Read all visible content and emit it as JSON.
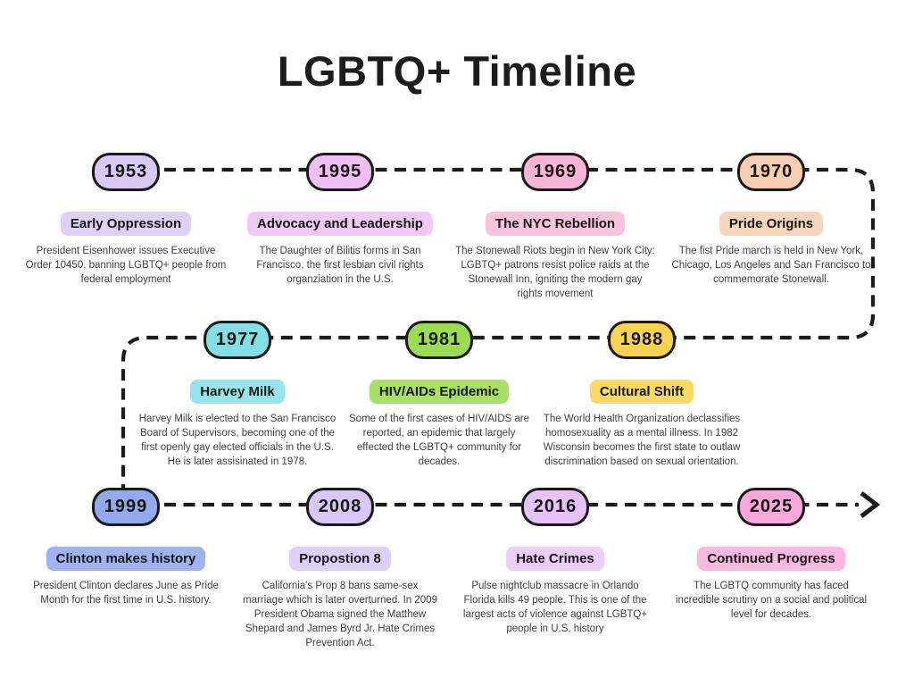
{
  "title": "LGBTQ+ Timeline",
  "background_color": "#ffffff",
  "line_color": "#1c1c1c",
  "events": [
    {
      "year": "1953",
      "label": "Early Oppression",
      "description": "President Eisenhower issues Executive\nOrder 10450, banning LGBTQ+ people from\nfederal employment",
      "color": "#d9c8f5",
      "chip_color": "#ded0f7"
    },
    {
      "year": "1995",
      "label": "Advocacy and Leadership",
      "description": "The Daughter of Bilitis forms in San\nFrancisco, the first lesbian civil rights\norganziation in the U.S.",
      "color": "#eebef5",
      "chip_color": "#f0c9f7"
    },
    {
      "year": "1969",
      "label": "The NYC Rebellion",
      "description": "The Stonewall Riots begin in New York City:\nLGBTQ+ patrons resist police raids at the\nStonewall Inn, igniting the modern gay\nrights movement",
      "color": "#fab4d7",
      "chip_color": "#fbc2de"
    },
    {
      "year": "1970",
      "label": "Pride Origins",
      "description": "The fist Pride march is held in New York,\nChicago, Los Angeles and San Francisco to\ncommemorate Stonewall.",
      "color": "#f8cdb2",
      "chip_color": "#f9d5bd"
    },
    {
      "year": "1977",
      "label": "Harvey Milk",
      "description": "Harvey Milk is elected to the San Francisco\nBoard of Supervisors, becoming one of the\nfirst openly gay elected officials in the U.S.\nHe is later assisinated in 1978.",
      "color": "#82dfe4",
      "chip_color": "#97e5ea"
    },
    {
      "year": "1981",
      "label": "HIV/AIDs Epidemic",
      "description": "Some of the first cases of HIV/AIDS are\nreported, an epidemic that largely\neffected the LGBTQ+ community for\ndecades.",
      "color": "#9cdc52",
      "chip_color": "#a8e065"
    },
    {
      "year": "1988",
      "label": "Cultural Shift",
      "description": "The World Health Organization declassifies\nhomosexuality as a mental illness. In 1982\nWisconsin becomes the first state to outlaw\ndiscrimination based on sexual orientation.",
      "color": "#f7d34f",
      "chip_color": "#f9da66"
    },
    {
      "year": "1999",
      "label": "Clinton makes history",
      "description": "President Clinton declares June as Pride\nMonth for the first time in U.S. history.",
      "color": "#93a9ee",
      "chip_color": "#a0b3f0"
    },
    {
      "year": "2008",
      "label": "Propostion 8",
      "description": "California's Prop 8 bans same-sex\nmarriage which is later overturned. In 2009\nPresident Obama signed the Matthew\nShepard and James Byrd Jr. Hate Crimes\nPrevention Act.",
      "color": "#d8c8f7",
      "chip_color": "#ded1f8"
    },
    {
      "year": "2016",
      "label": "Hate Crimes",
      "description": "Pulse nightclub massacre in Orlando\nFlorida kills 49 people. This is one of the\nlargest acts of violence against LGBTQ+\npeople in U.S. history",
      "color": "#e7c2f8",
      "chip_color": "#edcdf9"
    },
    {
      "year": "2025",
      "label": "Continued Progress",
      "description": "The LGBTQ community has faced\nincredible scrutiny on a social and political\nlevel for decades.",
      "color": "#faa8dc",
      "chip_color": "#fbb9e2"
    }
  ]
}
